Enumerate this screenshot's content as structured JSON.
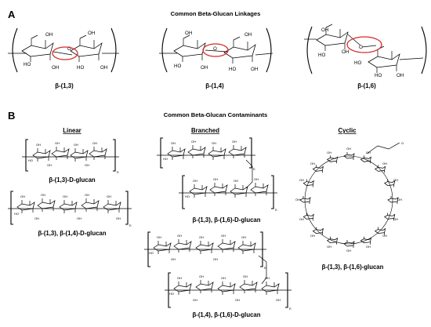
{
  "panel_a": {
    "letter": "A",
    "title": "Common Beta-Glucan Linkages",
    "linkages": [
      {
        "label": "β-(1,3)"
      },
      {
        "label": "β-(1,4)"
      },
      {
        "label": "β-(1,6)"
      }
    ]
  },
  "panel_b": {
    "letter": "B",
    "title": "Common Beta-Glucan Contaminants",
    "columns": {
      "linear": "Linear",
      "branched": "Branched",
      "cyclic": "Cyclic"
    },
    "structures": {
      "linear_1": "β-(1,3)-D-glucan",
      "linear_2": "β-(1,3), β-(1,4)-D-glucan",
      "branched_1": "β-(1,3), β-(1,6)-D-glucan",
      "branched_2": "β-(1,4), β-(1,6)-D-glucan",
      "cyclic_1": "β-(1,3), β-(1,6)-glucan"
    },
    "repeat_subscript": "n"
  },
  "atoms": {
    "hydroxyl": "OH",
    "hydroxyl_left": "HO",
    "oxygen": "O"
  },
  "colors": {
    "highlight": "#d62a2a",
    "line": "#000000",
    "background": "#ffffff"
  }
}
